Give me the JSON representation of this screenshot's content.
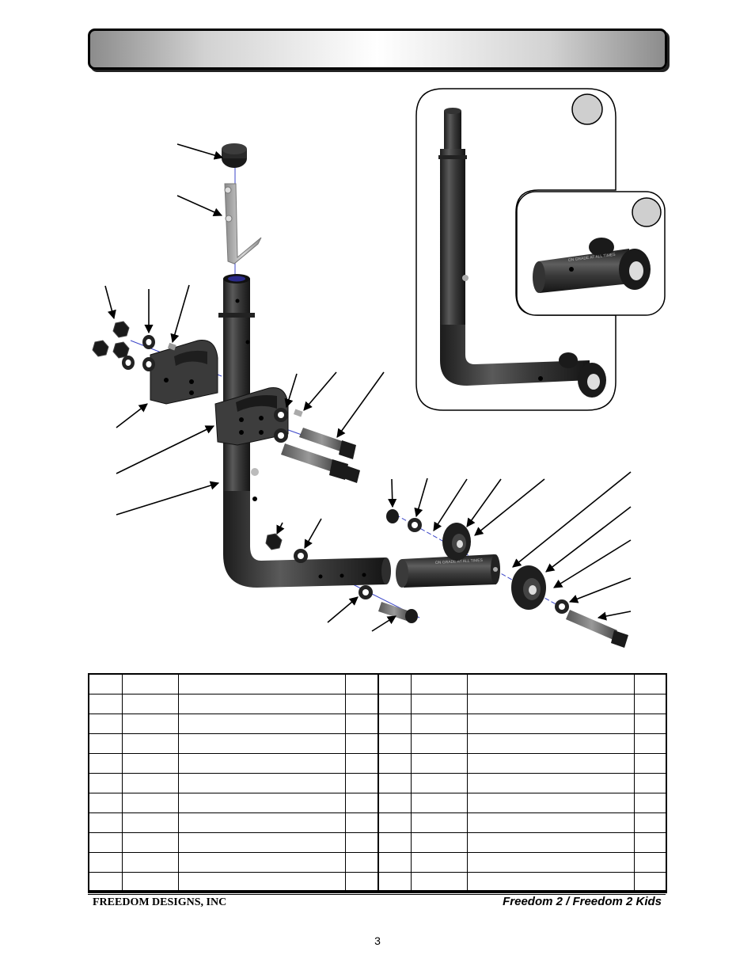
{
  "header": {
    "title": ""
  },
  "detail_callouts": {
    "upper": "",
    "lower": ""
  },
  "stamped_text": "ON GRADE AT ALL TIMES",
  "parts_table": {
    "headers": [
      "",
      "",
      "",
      "",
      "",
      "",
      "",
      ""
    ],
    "rows": [
      [
        "",
        "",
        "",
        "",
        "",
        "",
        "",
        ""
      ],
      [
        "",
        "",
        "",
        "",
        "",
        "",
        "",
        ""
      ],
      [
        "",
        "",
        "",
        "",
        "",
        "",
        "",
        ""
      ],
      [
        "",
        "",
        "",
        "",
        "",
        "",
        "",
        ""
      ],
      [
        "",
        "",
        "",
        "",
        "",
        "",
        "",
        ""
      ],
      [
        "",
        "",
        "",
        "",
        "",
        "",
        "",
        ""
      ],
      [
        "",
        "",
        "",
        "",
        "",
        "",
        "",
        ""
      ],
      [
        "",
        "",
        "",
        "",
        "",
        "",
        "",
        ""
      ],
      [
        "",
        "",
        "",
        "",
        "",
        "",
        "",
        ""
      ],
      [
        "",
        "",
        "",
        "",
        "",
        "",
        "",
        ""
      ]
    ]
  },
  "footer": {
    "company": "FREEDOM DESIGNS, INC",
    "product": "Freedom 2 / Freedom 2 Kids",
    "page_number": "3"
  },
  "colors": {
    "part_dark": "#2a2a2a",
    "part_highlight": "#6a6a6a",
    "callout_badge": "#cfcfcf"
  }
}
